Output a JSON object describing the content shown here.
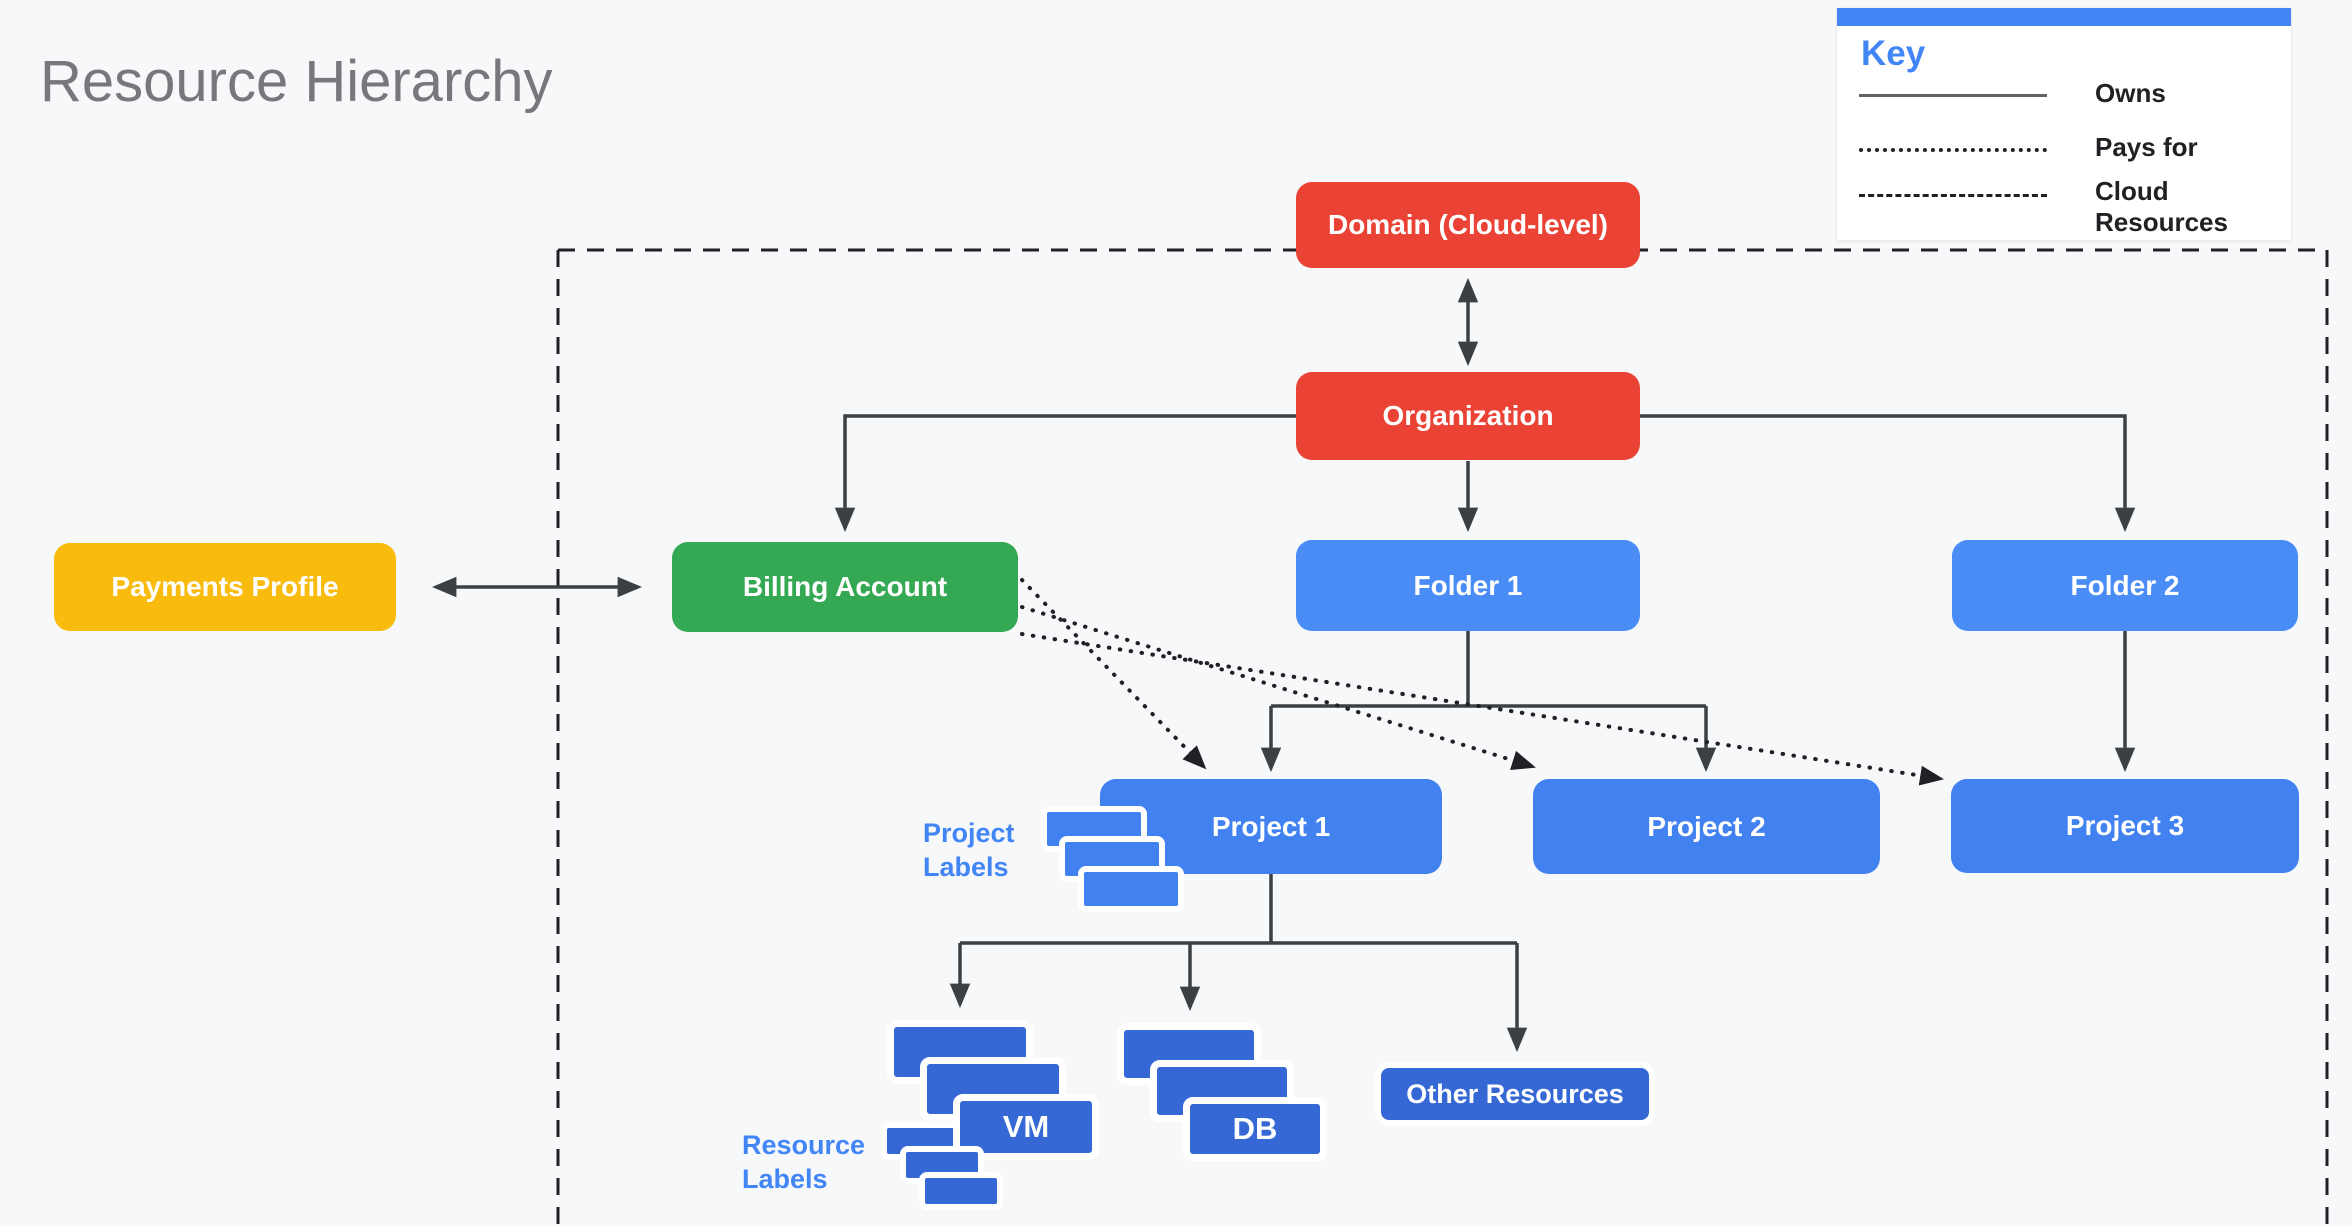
{
  "title": "Resource Hierarchy",
  "key": {
    "heading": "Key",
    "items": [
      {
        "line_style": "solid",
        "label": "Owns"
      },
      {
        "line_style": "dotted",
        "label": "Pays for"
      },
      {
        "line_style": "dashed",
        "label": "Cloud Resources"
      }
    ]
  },
  "nodes": {
    "domain": {
      "label": "Domain (Cloud-level)",
      "color": "#EA4335"
    },
    "organization": {
      "label": "Organization",
      "color": "#EA4335"
    },
    "payments_profile": {
      "label": "Payments Profile",
      "color": "#F9BB0E"
    },
    "billing_account": {
      "label": "Billing Account",
      "color": "#34A853"
    },
    "folder1": {
      "label": "Folder 1",
      "color": "#4A8CF5"
    },
    "folder2": {
      "label": "Folder 2",
      "color": "#4A8CF5"
    },
    "project1": {
      "label": "Project 1",
      "color": "#4181F0"
    },
    "project2": {
      "label": "Project 2",
      "color": "#4181F0"
    },
    "project3": {
      "label": "Project 3",
      "color": "#4181F0"
    },
    "vm": {
      "label": "VM",
      "color": "#3568D4"
    },
    "db": {
      "label": "DB",
      "color": "#3568D4"
    },
    "other_resources": {
      "label": "Other Resources",
      "color": "#3568D4"
    }
  },
  "annotations": {
    "project_labels": {
      "label": "Project Labels"
    },
    "resource_labels": {
      "label": "Resource Labels"
    }
  },
  "edges": [
    {
      "from": "domain",
      "to": "organization",
      "type": "owns",
      "bidirectional": true
    },
    {
      "from": "organization",
      "to": "billing_account",
      "type": "owns"
    },
    {
      "from": "organization",
      "to": "folder1",
      "type": "owns"
    },
    {
      "from": "organization",
      "to": "folder2",
      "type": "owns"
    },
    {
      "from": "payments_profile",
      "to": "billing_account",
      "type": "owns",
      "bidirectional": true
    },
    {
      "from": "folder1",
      "to": "project1",
      "type": "owns"
    },
    {
      "from": "folder1",
      "to": "project2",
      "type": "owns"
    },
    {
      "from": "folder2",
      "to": "project3",
      "type": "owns"
    },
    {
      "from": "project1",
      "to": "vm",
      "type": "owns"
    },
    {
      "from": "project1",
      "to": "db",
      "type": "owns"
    },
    {
      "from": "project1",
      "to": "other_resources",
      "type": "owns"
    },
    {
      "from": "billing_account",
      "to": "project1",
      "type": "pays_for"
    },
    {
      "from": "billing_account",
      "to": "project2",
      "type": "pays_for"
    },
    {
      "from": "billing_account",
      "to": "project3",
      "type": "pays_for"
    }
  ],
  "colors": {
    "background": "#F6F8FA",
    "red": "#EA4335",
    "green": "#34A853",
    "yellow": "#F9BB0E",
    "folder_blue": "#4A8CF5",
    "project_blue": "#4181F0",
    "resource_blue": "#3568D4",
    "accent_blue": "#4285F4",
    "label_chip": "#4181F0",
    "line": "#3C4043",
    "title_gray": "#77787B"
  }
}
